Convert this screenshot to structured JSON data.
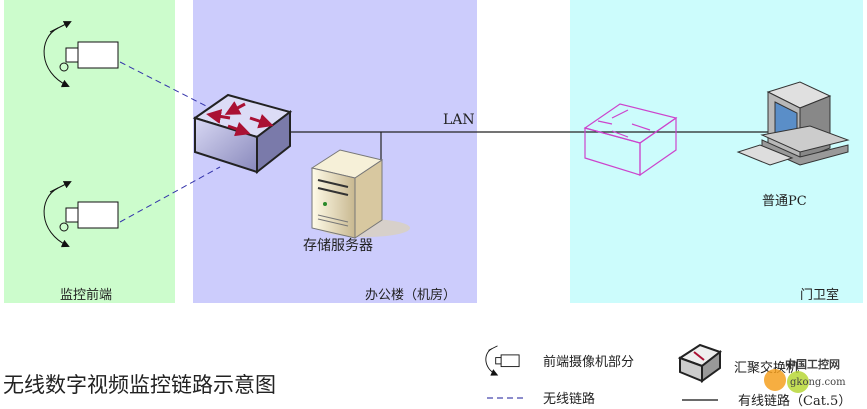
{
  "zones": [
    {
      "label": "监控前端",
      "color": "#ccfccc"
    },
    {
      "label": "办公楼（机房）",
      "color": "#ccccfc"
    },
    {
      "label": "门卫室",
      "color": "#ccfcfc"
    }
  ],
  "link_label": "LAN",
  "devices": {
    "server": "存储服务器",
    "pc": "普通PC"
  },
  "title": "无线数字视频监控链路示意图",
  "legend": {
    "camera": "前端摄像机部分",
    "switch": "汇聚交换机",
    "wireless": "无线链路",
    "wired": "有线链路（Cat.5）"
  },
  "watermark": {
    "cn": "中国工控网",
    "en": "gkong.com"
  },
  "colors": {
    "wireless_line": "#3333aa",
    "arrow_red": "#aa1133",
    "switch_outline": "#cc44cc"
  }
}
